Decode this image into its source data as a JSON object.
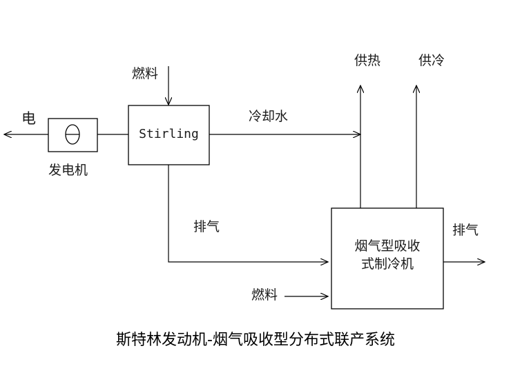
{
  "labels": {
    "electricity": "电",
    "generator": "发电机",
    "fuel_top": "燃料",
    "stirling": "Stirling",
    "cooling_water": "冷却水",
    "heating_supply": "供热",
    "cooling_supply": "供冷",
    "exhaust_left": "排气",
    "exhaust_right": "排气",
    "chiller_line1": "烟气型吸收",
    "chiller_line2": "式制冷机",
    "fuel_bottom": "燃料"
  },
  "caption": "斯特林发动机-烟气吸收型分布式联产系统",
  "colors": {
    "line": "#000000",
    "text": "#1a1a1a"
  }
}
